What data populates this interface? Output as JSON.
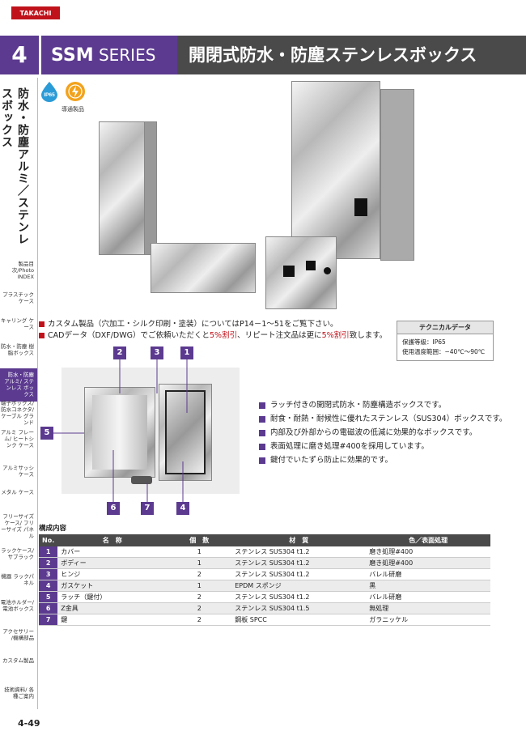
{
  "brand": "TAKACHI",
  "chapter": "4",
  "series_main": "SSM",
  "series_sub": "SERIES",
  "title": "開閉式防水・防塵ステンレスボックス",
  "side_title": "防水・防塵アルミ／ステンレスボックス",
  "badges": {
    "ip": "IP65",
    "conductive_label": "導通製品"
  },
  "nav": [
    "製品目次/Photo INDEX",
    "プラスチック ケース",
    "キャリング ケース",
    "防水・防塵 樹脂ボックス",
    "防水・防塵 アルミ/ ステンレス ボックス",
    "端子ボックス/ 防水コネクタ/ ケーブル グランド",
    "アルミ フレーム/ ヒートシンク ケース",
    "アルミサッシ ケース",
    "メタル ケース",
    "フリーサイズ ケース/ フリーサイズ パネル",
    "ラックケース/ サブラック",
    "機器 ラックパネル",
    "電池ホルダー/ 電池ボックス",
    "アクセサリー /機構部品",
    "カスタム製品",
    "技術資料/ 各種ご案内"
  ],
  "notes": [
    {
      "text": "カスタム製品（穴加工・シルク印刷・塗装）についてはP14－1～51をご覧下さい。"
    },
    {
      "pre": "CADデータ（DXF/DWG）でご依頼いただくと",
      "hl1": "5%割引",
      "mid": "、リピート注文品は更に",
      "hl2": "5%割引",
      "post": "致します。"
    }
  ],
  "tech": {
    "header": "テクニカルデータ",
    "line1": "保護等級：IP65",
    "line2": "使用温度範囲：−40℃〜90℃"
  },
  "callouts": [
    "2",
    "3",
    "1",
    "5",
    "6",
    "7",
    "4"
  ],
  "features": [
    "ラッチ付きの開閉式防水・防塵構造ボックスです。",
    "耐食・耐熱・耐候性に優れたステンレス（SUS304）ボックスです。",
    "内部及び外部からの電磁波の低減に効果的なボックスです。",
    "表面処理に磨き処理#400を採用しています。",
    "鍵付でいたずら防止に効果的です。"
  ],
  "components_heading": "構成内容",
  "table": {
    "headers": [
      "No.",
      "名　称",
      "個　数",
      "材　質",
      "色／表面処理"
    ],
    "rows": [
      [
        "1",
        "カバー",
        "1",
        "ステンレス SUS304 t1.2",
        "磨き処理#400"
      ],
      [
        "2",
        "ボディー",
        "1",
        "ステンレス SUS304 t1.2",
        "磨き処理#400"
      ],
      [
        "3",
        "ヒンジ",
        "2",
        "ステンレス SUS304 t1.2",
        "バレル研磨"
      ],
      [
        "4",
        "ガスケット",
        "1",
        "EPDM スポンジ",
        "黒"
      ],
      [
        "5",
        "ラッチ（鍵付）",
        "2",
        "ステンレス SUS304 t1.2",
        "バレル研磨"
      ],
      [
        "6",
        "Z金具",
        "2",
        "ステンレス SUS304 t1.5",
        "無処理"
      ],
      [
        "7",
        "鍵",
        "2",
        "鋼板 SPCC",
        "ガラニッケル"
      ]
    ]
  },
  "page_number": "4-49",
  "colors": {
    "accent": "#5b3a8f",
    "title_bg": "#4a4a4a",
    "red": "#c0121b"
  }
}
